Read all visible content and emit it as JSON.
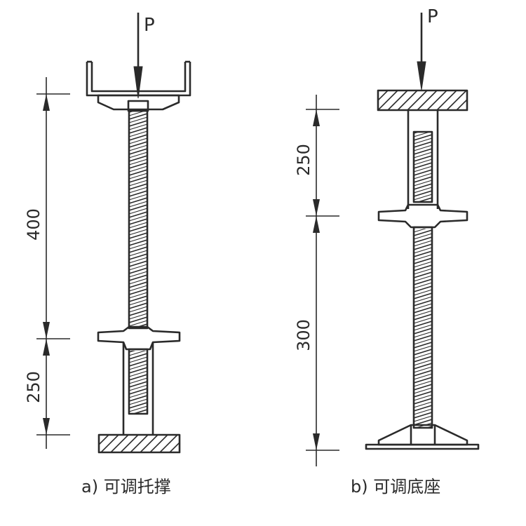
{
  "figures": [
    {
      "id": "a",
      "caption": "a) 可调托撑",
      "load_label": "P",
      "dimensions": [
        "400",
        "250"
      ]
    },
    {
      "id": "b",
      "caption": "b) 可调底座",
      "load_label": "P",
      "dimensions": [
        "250",
        "300"
      ]
    }
  ],
  "colors": {
    "line": "#2a2a2a",
    "background": "#ffffff"
  }
}
